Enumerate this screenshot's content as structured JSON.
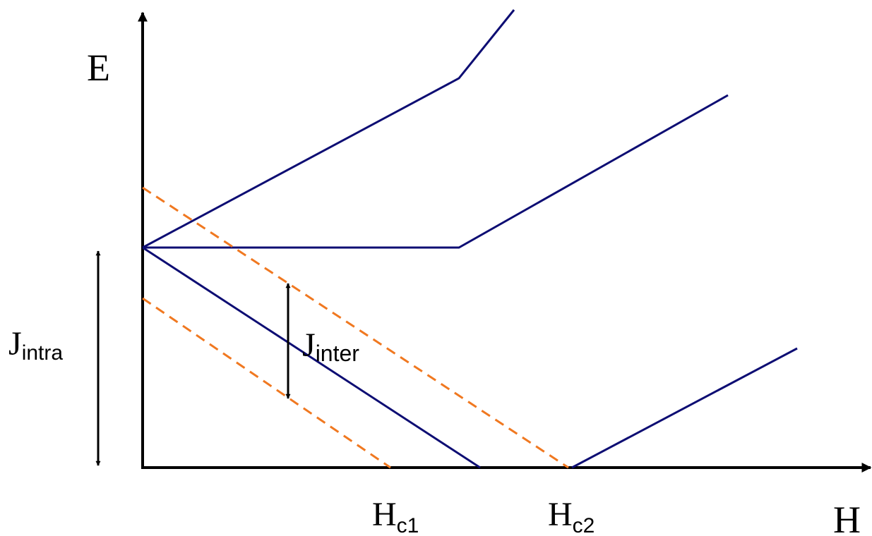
{
  "labels": {
    "y_axis": "E",
    "x_axis": "H",
    "hc1_main": "H",
    "hc1_sub": "c1",
    "hc2_main": "H",
    "hc2_sub": "c2",
    "j_intra_main": "J",
    "j_intra_sub": "intra",
    "j_inter_main": "J",
    "j_inter_sub": "inter"
  },
  "colors": {
    "axis": "#000000",
    "level_line": "#0d0d73",
    "dashed_line": "#f07820",
    "arrow": "#000000"
  }
}
